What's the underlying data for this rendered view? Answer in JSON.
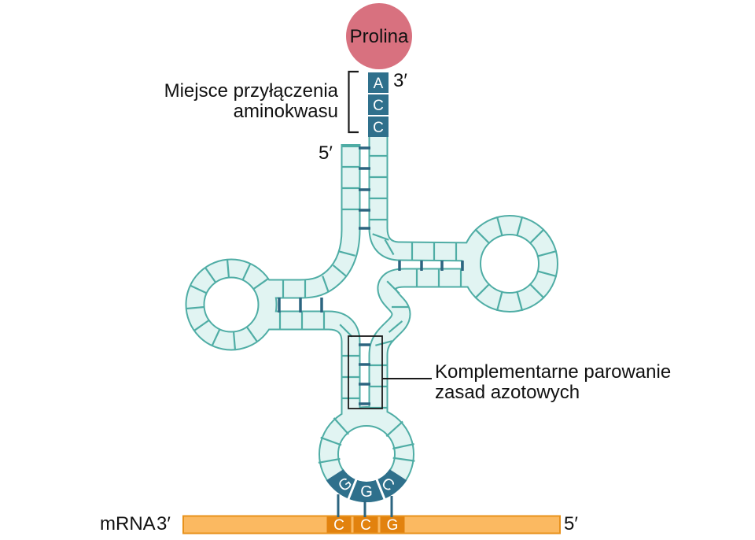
{
  "colors": {
    "teal-border": "#4FADA5",
    "teal-fill": "#E1F4F2",
    "bond": "#2C6580",
    "dark-cell": "#2F708C",
    "amino-circle": "#D8717F",
    "mrna-bar": "#FBB961",
    "mrna-border": "#E8921C",
    "codon-cell": "#E2820E",
    "ink": "#111111"
  },
  "amino_acid": {
    "name": "Prolina"
  },
  "labels": {
    "attachment_line1": "Miejsce przyłączenia",
    "attachment_line2": "aminokwasu",
    "top_three_prime": "3′",
    "top_five_prime": "5′",
    "pairing_line1": "Komplementarne parowanie",
    "pairing_line2": "zasad azotowych",
    "mrna": "mRNA",
    "bottom_three_prime": "3′",
    "bottom_five_prime": "5′"
  },
  "trna": {
    "acceptor_end": [
      "A",
      "C",
      "C"
    ],
    "anticodon": [
      "G",
      "G",
      "C"
    ]
  },
  "mrna": {
    "codon": [
      "C",
      "C",
      "G"
    ]
  }
}
